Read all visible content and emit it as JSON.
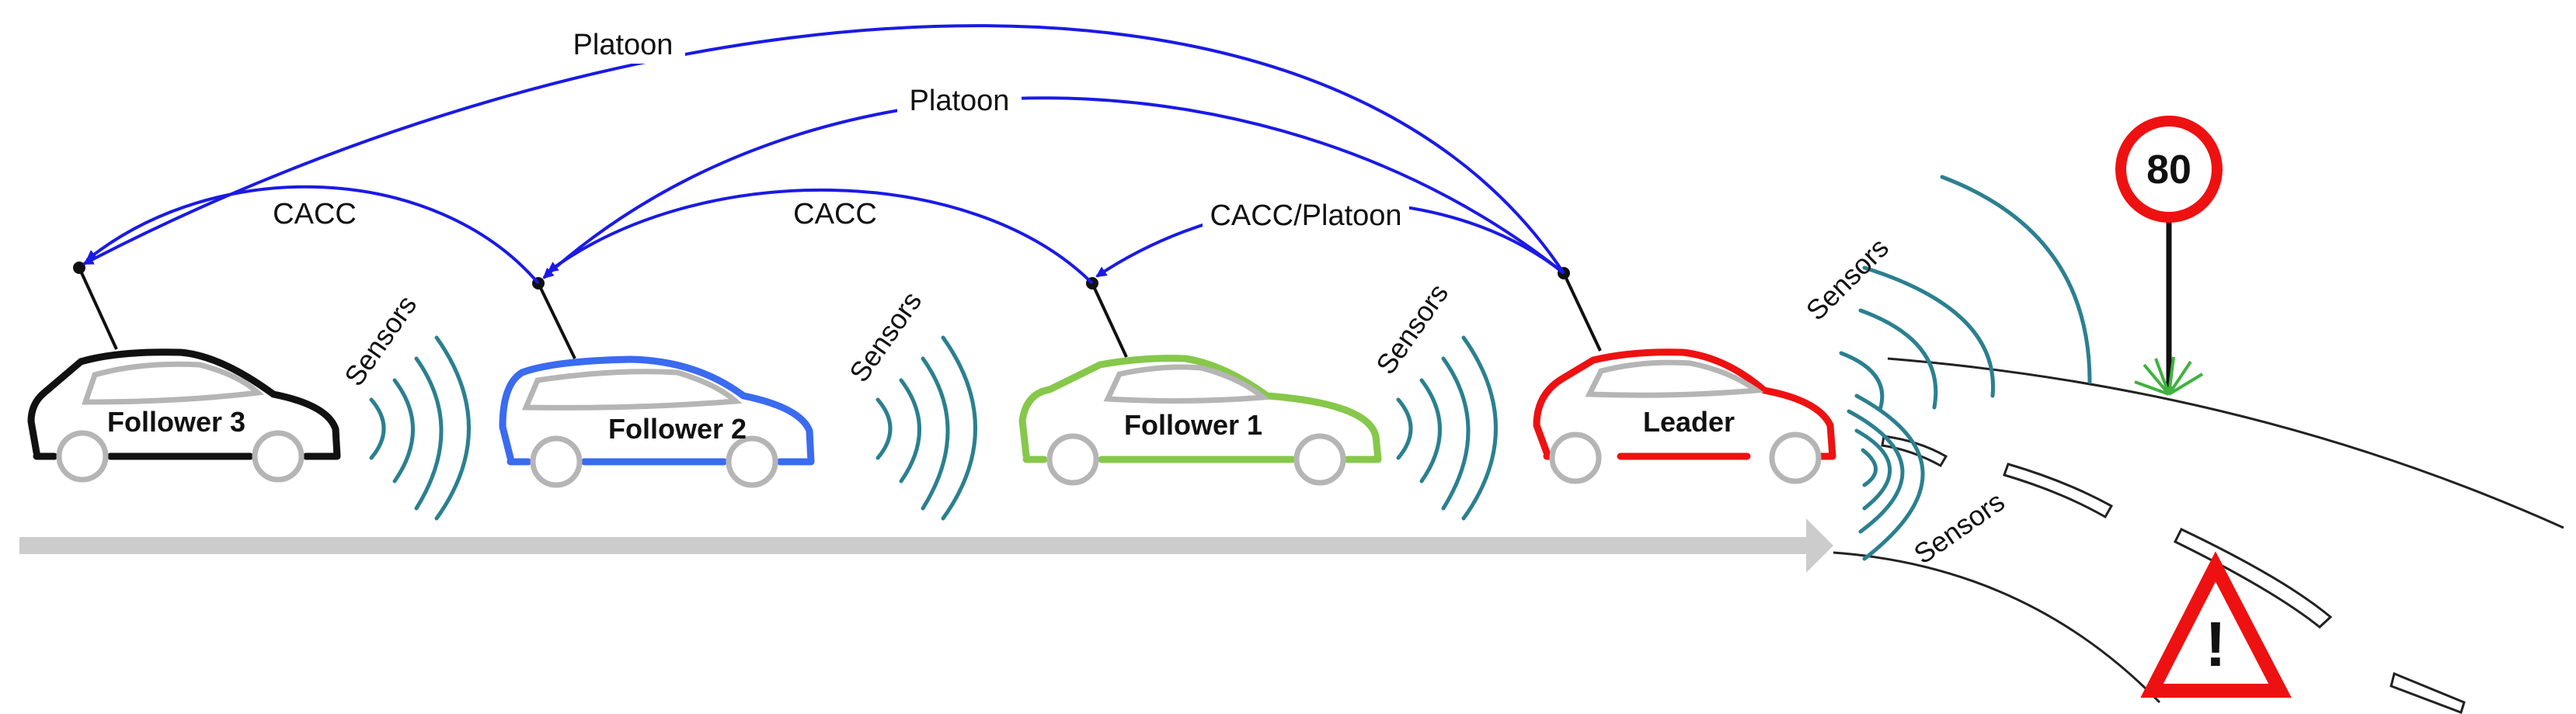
{
  "labels": {
    "platoon_outer": "Platoon",
    "platoon_inner": "Platoon",
    "cacc_1": "CACC",
    "cacc_2": "CACC",
    "cacc_platoon": "CACC/Platoon",
    "sensors_1": "Sensors",
    "sensors_2": "Sensors",
    "sensors_3": "Sensors",
    "sensors_front_upper": "Sensors",
    "sensors_front_lower": "Sensors"
  },
  "cars": {
    "follower3": "Follower 3",
    "follower2": "Follower 2",
    "follower1": "Follower 1",
    "leader": "Leader"
  },
  "speed_sign": "80",
  "warning_sign": "!",
  "colors": {
    "follower3": "#111111",
    "follower2": "#3a6bf0",
    "follower1": "#86c84a",
    "leader": "#ee1111",
    "links": "#1a1ae6",
    "waves": "#2a8090",
    "road_arrow": "#cccccc",
    "car_interior": "#b5b5b5",
    "grass": "#3fb23f"
  }
}
